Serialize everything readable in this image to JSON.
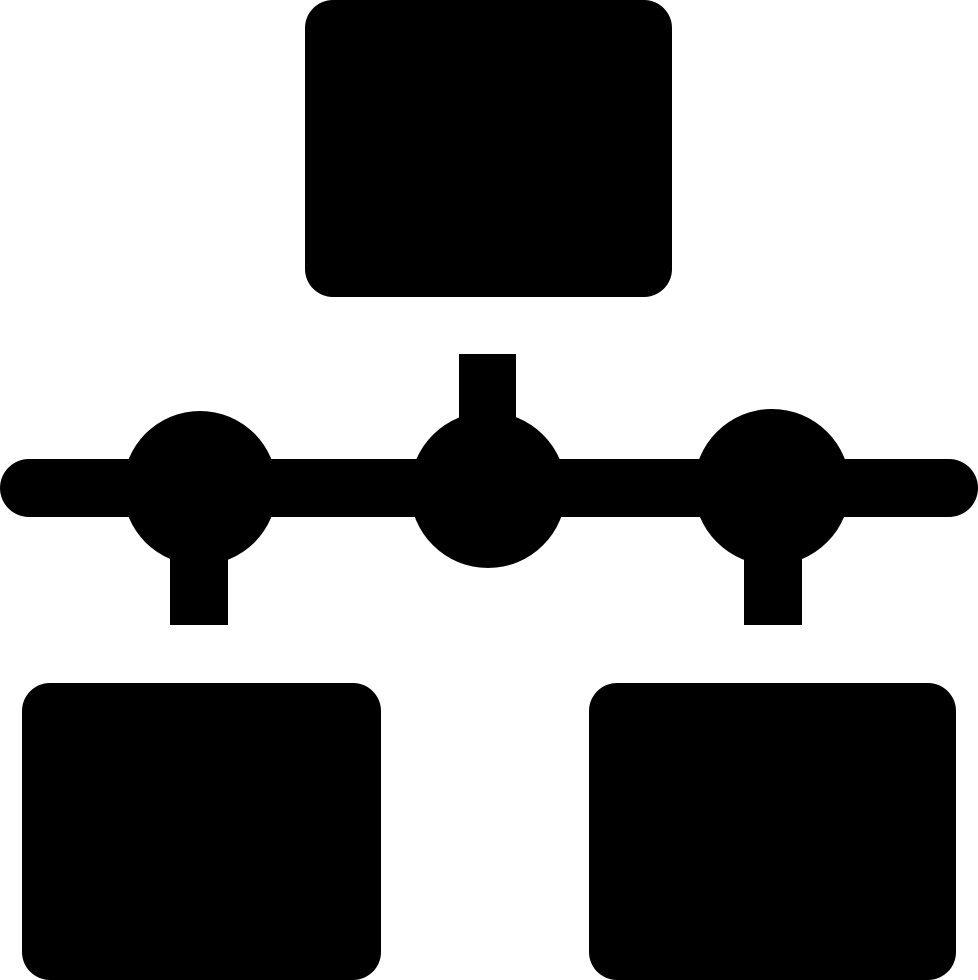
{
  "icon": {
    "name": "network-topology-icon",
    "fill_color": "#000000",
    "background_color": "#ffffff",
    "nodes": [
      {
        "id": "top",
        "role": "parent-node"
      },
      {
        "id": "bottom-left",
        "role": "child-node"
      },
      {
        "id": "bottom-right",
        "role": "child-node"
      }
    ],
    "connectors": [
      {
        "id": "left"
      },
      {
        "id": "center"
      },
      {
        "id": "right"
      }
    ]
  }
}
